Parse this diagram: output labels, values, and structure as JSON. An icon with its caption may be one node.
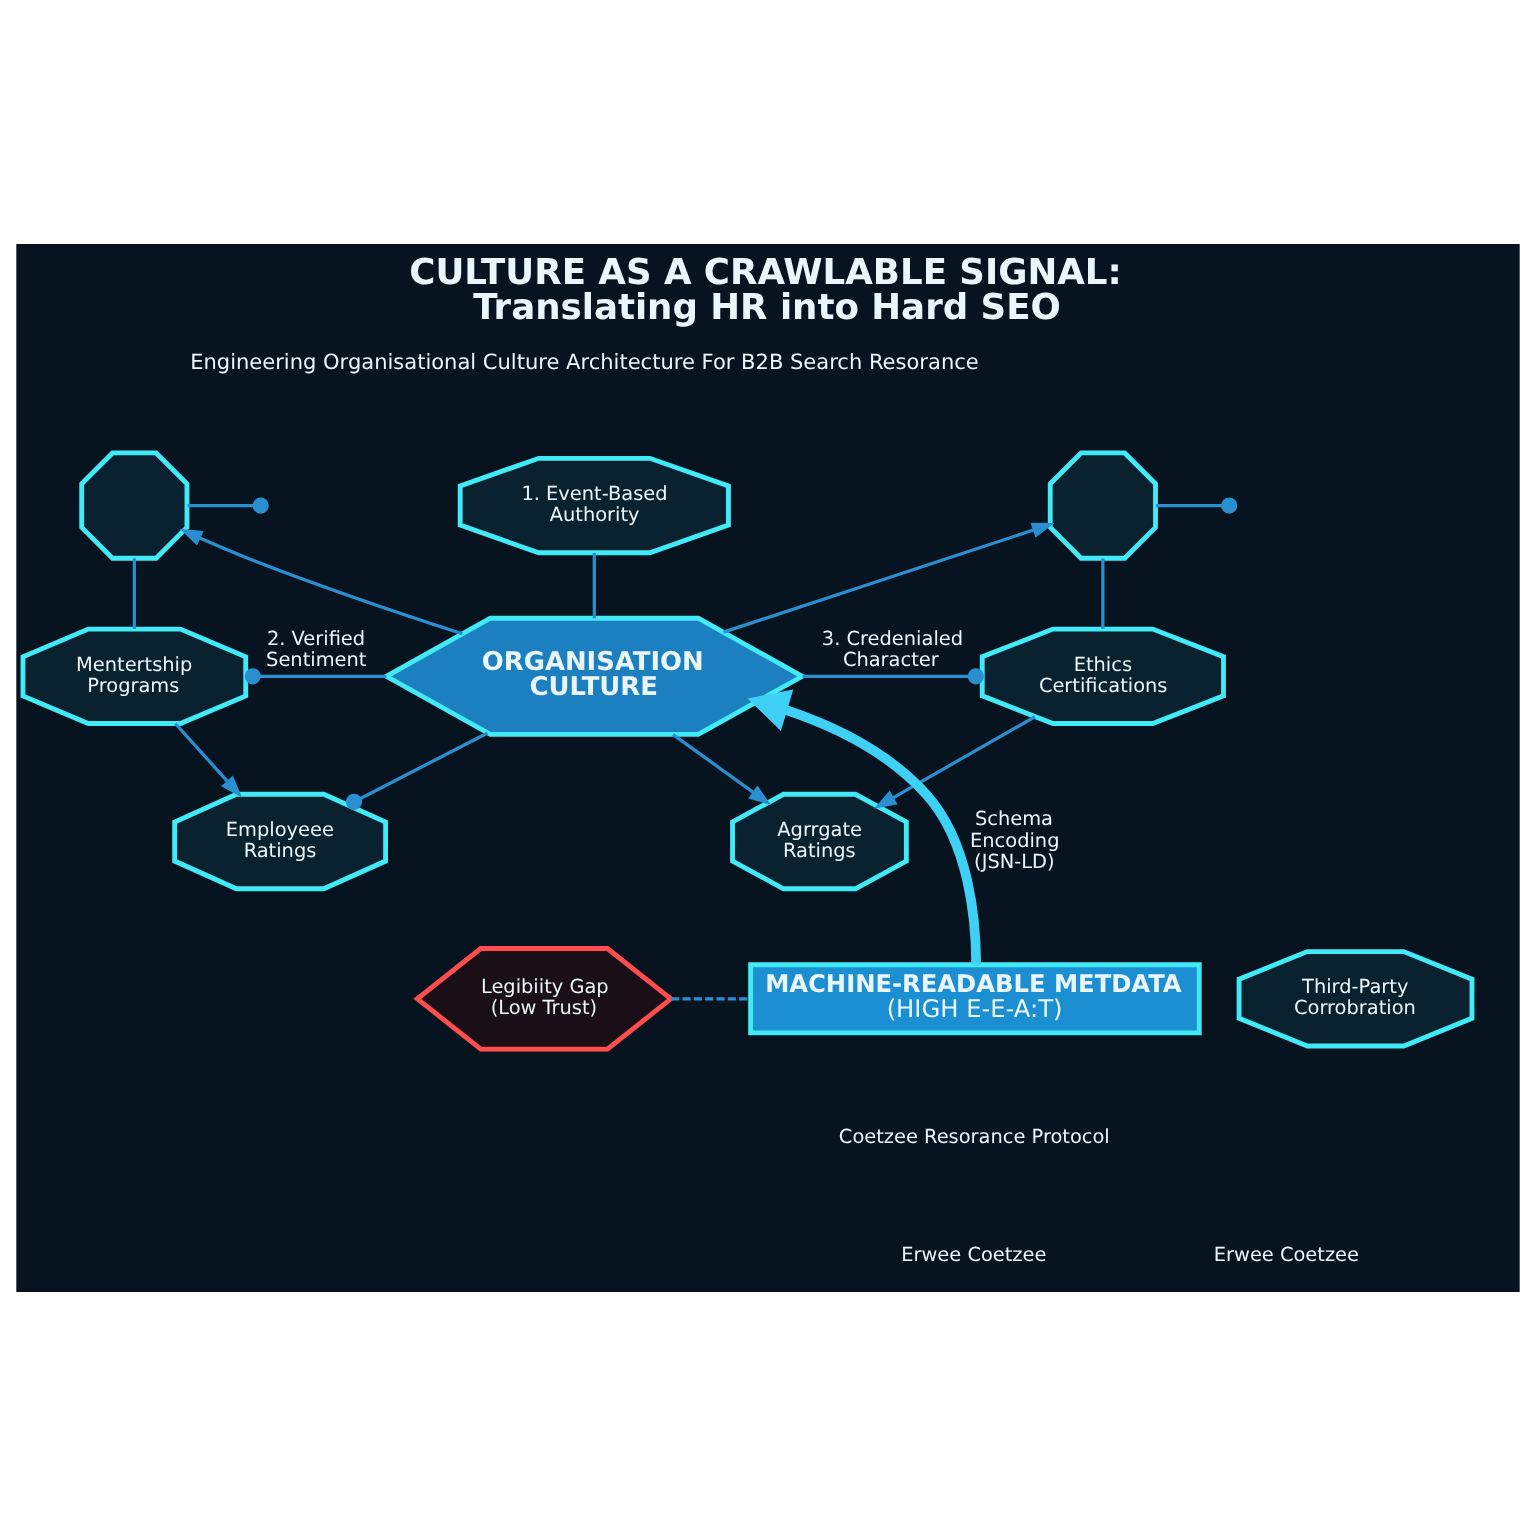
{
  "diagram": {
    "title": "CULTURE AS A CRAWLABLE SIGNAL: Translating HR into Hard SEO",
    "nodes": [
      {
        "text": [
          "1. Event-Based Authority"
        ]
      },
      {
        "text": [],
        "shape": "octagon"
      },
      {
        "text": [],
        "shape": "octagon"
      },
      {
        "text": [
          "Mentertship Programs"
        ]
      },
      {
        "text": [
          "ORGANISATION CULTURE"
        ]
      },
      {
        "text": [
          "Ethics Certifications"
        ]
      },
      {
        "text": [
          "Employeee Ratings"
        ]
      },
      {
        "text": [
          "Agrrgate Ratings"
        ]
      },
      {
        "text": [
          "Legibiity Gap (Low Trust)"
        ]
      },
      {
        "text": [
          "MACHINE-READABLE METDATA",
          "(HIGH E-E-A:T)"
        ]
      },
      {
        "text": [
          "Third-Party Corrobration"
        ]
      }
    ],
    "edges": [
      {
        "from": 0,
        "to": 4,
        "arrow": "none"
      },
      {
        "from": 4,
        "to": 1,
        "arrow": "to"
      },
      {
        "from": 4,
        "to": 2,
        "arrow": "to"
      },
      {
        "from": 1,
        "to": null,
        "arrow": "other"
      },
      {
        "from": 2,
        "to": null,
        "arrow": "other"
      },
      {
        "from": 1,
        "to": 3,
        "arrow": "none"
      },
      {
        "from": 4,
        "to": 3,
        "arrow": "other",
        "label": "2. Verified Sentiment"
      },
      {
        "from": 4,
        "to": 5,
        "arrow": "other",
        "label": "3. Credenialed Character"
      },
      {
        "from": 2,
        "to": 5,
        "arrow": "none"
      },
      {
        "from": 3,
        "to": 6,
        "arrow": "to"
      },
      {
        "from": 4,
        "to": 6,
        "arrow": "other"
      },
      {
        "from": 5,
        "to": 7,
        "arrow": "to"
      },
      {
        "from": 4,
        "to": 7,
        "arrow": "to"
      },
      {
        "from": 9,
        "to": 4,
        "arrow": "to",
        "label": "Schema Encoding (JSN-LD)",
        "style": "thick",
        "color": "#3fd0f5"
      },
      {
        "from": 8,
        "to": 9,
        "arrow": "none",
        "style": "dashed"
      }
    ],
    "labels": [
      "Engineering Organisational Culture Architecture For B2B Search Resorance",
      "Coetzee Resorance Protocol",
      "Erwee Coetzee",
      "Erwee Coetzee"
    ]
  }
}
